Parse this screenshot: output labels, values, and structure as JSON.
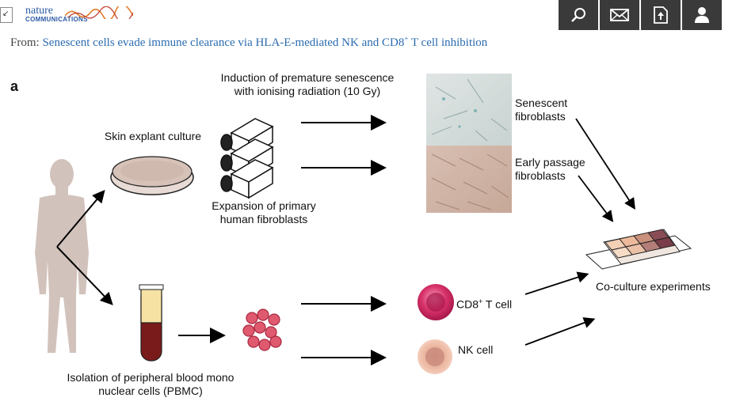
{
  "header": {
    "back_glyph": "↙",
    "logo_line1": "nature",
    "logo_line2": "COMMUNICATIONS",
    "tools": [
      {
        "icon": "search-icon"
      },
      {
        "icon": "mail-icon"
      },
      {
        "icon": "download-icon"
      },
      {
        "icon": "user-icon"
      }
    ]
  },
  "from_prefix": "From: ",
  "article_title_pre": "Senescent cells evade immune clearance via HLA-E-mediated NK and CD8",
  "article_title_sup": "+",
  "article_title_post": " T cell inhibition",
  "figure": {
    "panel": "a",
    "labels": {
      "induction": "Induction of premature senescence\nwith ionising radiation (10 Gy)",
      "skin": "Skin explant culture",
      "expansion": "Expansion of primary\nhuman fibroblasts",
      "senescent": "Senescent\nfibroblasts",
      "early": "Early passage\nfibroblasts",
      "coculture": "Co-culture experiments",
      "cd8_pre": "CD8",
      "cd8_sup": "+",
      "cd8_post": " T cell",
      "nk": "NK cell",
      "pbmc": "Isolation of peripheral blood mono\nnuclear cells (PBMC)"
    },
    "colors": {
      "figure_gray": "#c9b8b3",
      "blood_dark": "#7a1b1b",
      "plasma": "#f6e3a4",
      "cd8_cell": "#d9336b",
      "nk_cell": "#f1c4aa",
      "pbmc_cells": "#e05a6f",
      "toolbar": "#3a3a3a",
      "link": "#2b6cb0"
    }
  }
}
